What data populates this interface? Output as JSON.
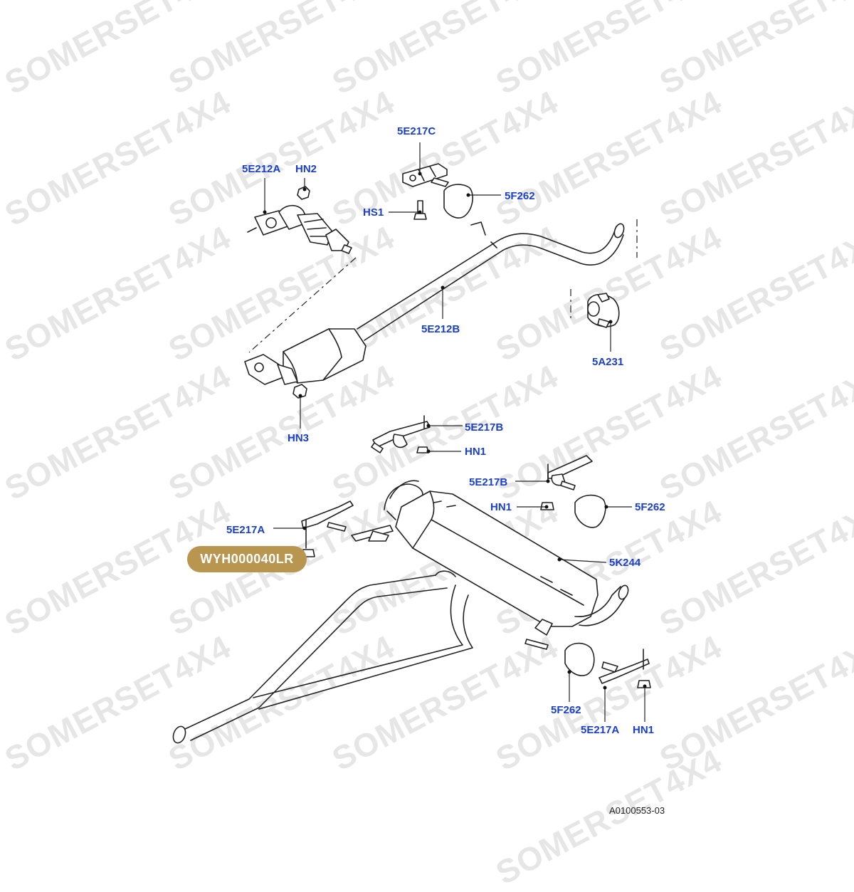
{
  "watermark": {
    "text": "SOMERSET4X4"
  },
  "callouts": {
    "c_5E217C": "5E217C",
    "c_5E212A": "5E212A",
    "c_HN2": "HN2",
    "c_5F262_top": "5F262",
    "c_HS1": "HS1",
    "c_5E212B": "5E212B",
    "c_5A231": "5A231",
    "c_HN3": "HN3",
    "c_5E217B_a": "5E217B",
    "c_HN1_a": "HN1",
    "c_5E217B_b": "5E217B",
    "c_HN1_b": "HN1",
    "c_5F262_mid": "5F262",
    "c_5E217A_left": "5E217A",
    "c_5K244": "5K244",
    "c_5F262_bottom": "5F262",
    "c_5E217A_bottom": "5E217A",
    "c_HN1_c": "HN1"
  },
  "part_badge": "WYH000040LR",
  "diagram_ref": "A0100553-03",
  "colors": {
    "callout": "#1a3fcf",
    "badge": "#b99650",
    "watermark": "#e6e6e6"
  }
}
